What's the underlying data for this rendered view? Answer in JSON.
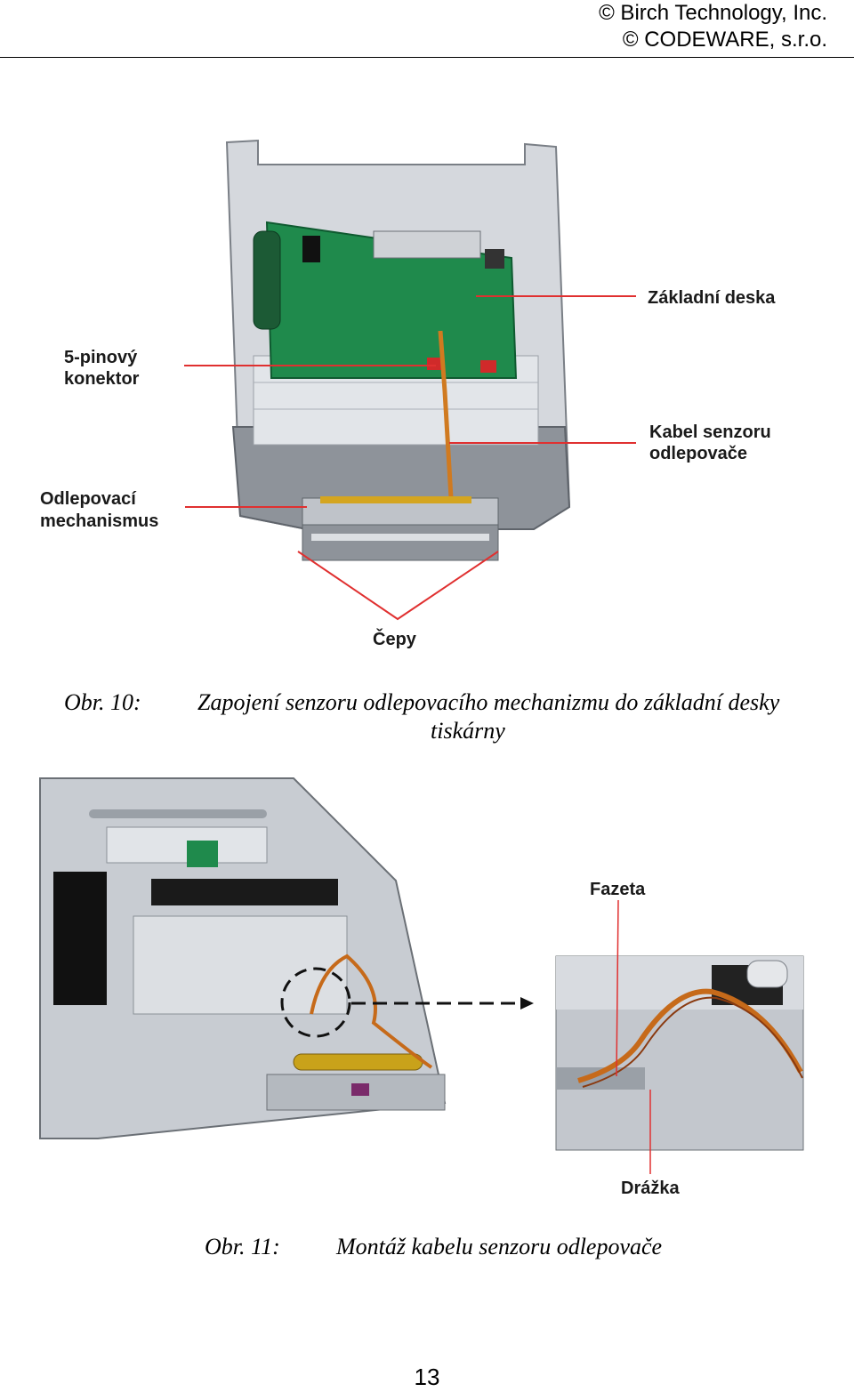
{
  "header": {
    "line1": "© Birch Technology, Inc.",
    "line2": "© CODEWARE, s.r.o."
  },
  "figure10": {
    "labels": {
      "zakladni_deska": "Základní deska",
      "pin5_line1": "5-pinový",
      "pin5_line2": "konektor",
      "kabel_line1": "Kabel senzoru",
      "kabel_line2": "odlepovače",
      "odlep_line1": "Odlepovací",
      "odlep_line2": "mechanismus",
      "cepy": "Čepy"
    },
    "caption_number": "Obr. 10:",
    "caption_line1": "Zapojení senzoru odlepovacího mechanizmu do základní desky",
    "caption_line2": "tiskárny"
  },
  "figure11": {
    "labels": {
      "fazeta": "Fazeta",
      "drazka": "Drážka"
    },
    "caption_number": "Obr. 11:",
    "caption_text": "Montáž kabelu senzoru odlepovače"
  },
  "page_number": "13",
  "colors": {
    "callout_line": "#e03030",
    "pcb_green": "#1f8a4c",
    "housing_gray": "#c8ccd2",
    "cable_orange": "#d07a20"
  }
}
